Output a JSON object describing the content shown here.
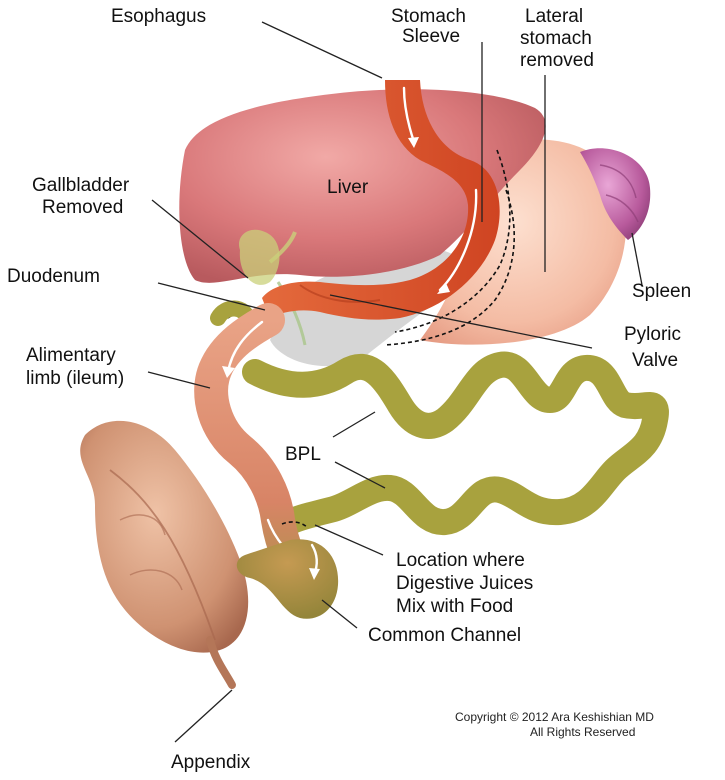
{
  "labels": {
    "esophagus": "Esophagus",
    "stomach_sleeve_1": "Stomach",
    "stomach_sleeve_2": "Sleeve",
    "lateral_1": "Lateral",
    "lateral_2": "stomach",
    "lateral_3": "removed",
    "liver": "Liver",
    "gallbladder_1": "Gallbladder",
    "gallbladder_2": "Removed",
    "duodenum": "Duodenum",
    "spleen": "Spleen",
    "pyloric_1": "Pyloric",
    "pyloric_2": "Valve",
    "alimentary_1": "Alimentary",
    "alimentary_2": "limb (ileum)",
    "bpl": "BPL",
    "location_1": "Location where",
    "location_2": "Digestive Juices",
    "location_3": "Mix with Food",
    "common_channel": "Common Channel",
    "appendix": "Appendix"
  },
  "copyright": {
    "line1": "Copyright © 2012 Ara Keshishian MD",
    "line2": "All Rights Reserved"
  },
  "colors": {
    "liver": "#d9787a",
    "stomach_sleeve": "#e0552e",
    "removed_stomach": "#f4bca4",
    "spleen": "#b85a9c",
    "bowel_green": "#a8a23e",
    "alimentary_limb": "#de9070",
    "colon": "#cf9272",
    "gallbladder": "#c9d07a"
  }
}
